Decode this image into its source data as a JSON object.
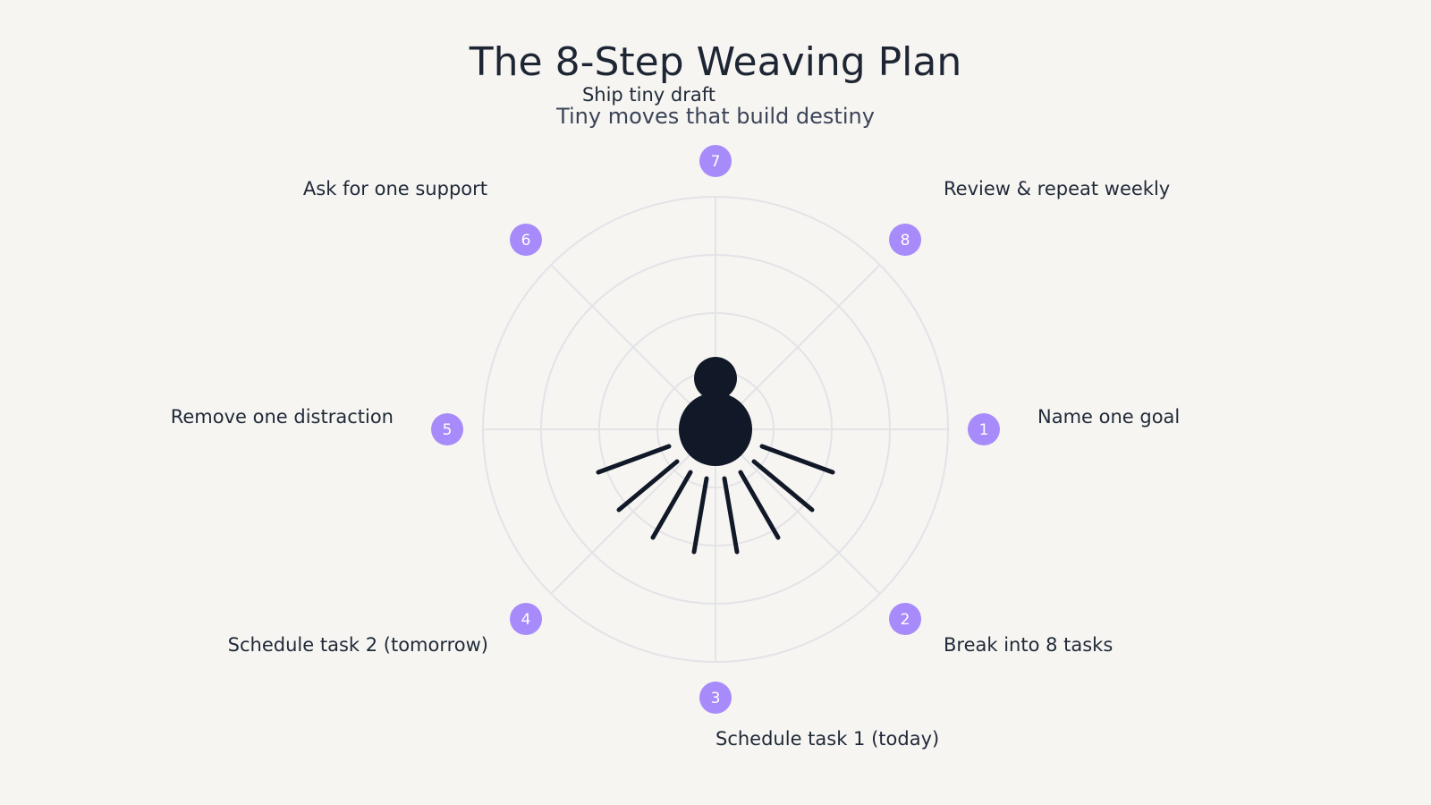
{
  "title": "The 8-Step Weaving Plan",
  "subtitle": "Tiny moves that build destiny",
  "colors": {
    "background": "#f6f5f2",
    "grid": "#e3e3e8",
    "badge": "#a78bfa",
    "spider": "#111827",
    "text": "#1f2937"
  },
  "center_icon": "spider-icon",
  "steps": [
    {
      "number": "1",
      "label": "Name one goal"
    },
    {
      "number": "2",
      "label": "Break into 8 tasks"
    },
    {
      "number": "3",
      "label": "Schedule task 1 (today)"
    },
    {
      "number": "4",
      "label": "Schedule task 2 (tomorrow)"
    },
    {
      "number": "5",
      "label": "Remove one distraction"
    },
    {
      "number": "6",
      "label": "Ask for one support"
    },
    {
      "number": "7",
      "label": "Ship tiny draft"
    },
    {
      "number": "8",
      "label": "Review & repeat weekly"
    }
  ]
}
